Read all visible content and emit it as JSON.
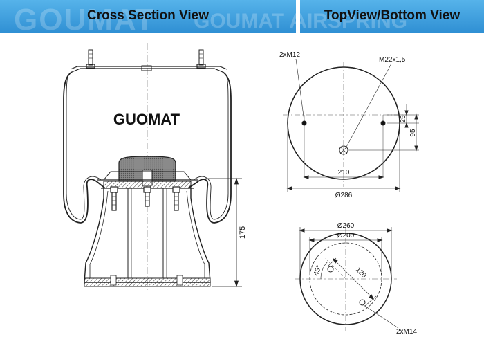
{
  "headers": {
    "left_title": "Cross Section View",
    "right_title": "TopView/Bottom View",
    "watermark_brand": "GOUMAT",
    "watermark_tagline": "GOUMAT AIRSPRING",
    "color_gradient_top": "#56b3ea",
    "color_gradient_bottom": "#2f8fd3"
  },
  "cross_section": {
    "brand": "GUOMAT",
    "height_dim": "175"
  },
  "top_view": {
    "bolt_label": "2xM12",
    "air_inlet_label": "M22x1,5",
    "bolt_spacing": "210",
    "diameter": "Ø286",
    "inlet_offset": "25",
    "bolt_offset": "95"
  },
  "bottom_view": {
    "outer_diameter": "Ø260",
    "inner_diameter": "Ø200",
    "angle": "45°",
    "bolt_spacing": "120",
    "bolt_label": "2xM14"
  }
}
